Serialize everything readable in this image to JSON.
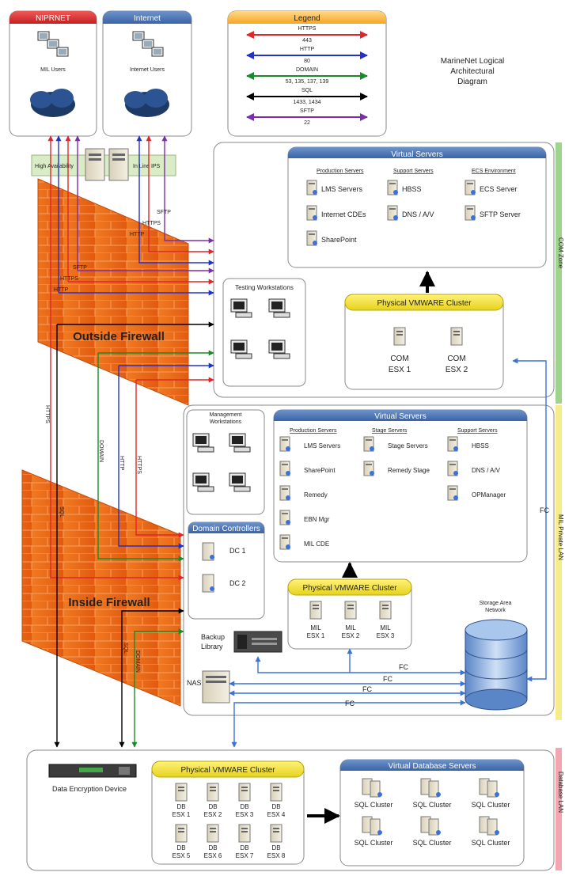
{
  "title": "MarineNet Logical Architectural Diagram",
  "title_lines": [
    "MarineNet Logical",
    "Architectural",
    "Diagram"
  ],
  "networks": {
    "niprnet": {
      "label": "NIPRNET",
      "users": "MIL Users"
    },
    "internet": {
      "label": "Internet",
      "users": "Internet Users"
    }
  },
  "legend": {
    "title": "Legend",
    "items": [
      {
        "line1": "HTTPS",
        "line2": "443",
        "color": "#e0262b"
      },
      {
        "line1": "HTTP",
        "line2": "80",
        "color": "#2232c8"
      },
      {
        "line1": "DOMAIN",
        "line2": "53, 135, 137, 139",
        "color": "#1a8a2a"
      },
      {
        "line1": "SQL",
        "line2": "1433, 1434",
        "color": "#000000"
      },
      {
        "line1": "SFTP",
        "line2": "22",
        "color": "#7a2fa8"
      }
    ]
  },
  "perimeter": {
    "high_availability": "High Availability",
    "inline_ips": "In Line IPS"
  },
  "firewalls": {
    "outside": "Outside Firewall",
    "inside": "Inside Firewall"
  },
  "com_zone": {
    "side_label": "COM Zone",
    "virtual_servers": {
      "title": "Virtual Servers",
      "groups": [
        {
          "heading": "Production Servers",
          "items": [
            "LMS Servers",
            "Internet CDEs",
            "SharePoint"
          ]
        },
        {
          "heading": "Support Servers",
          "items": [
            "HBSS",
            "DNS / A/V"
          ]
        },
        {
          "heading": "ECS Environment",
          "items": [
            "ECS Server",
            "SFTP Server"
          ]
        }
      ]
    },
    "testing": "Testing Workstations",
    "cluster": {
      "title": "Physical VMWARE Cluster",
      "hosts": [
        [
          "COM",
          "ESX 1"
        ],
        [
          "COM",
          "ESX 2"
        ]
      ]
    }
  },
  "mil_zone": {
    "side_label": "MIL Private LAN",
    "management": [
      "Management",
      "Workstations"
    ],
    "domain_controllers": {
      "title": "Domain Controllers",
      "items": [
        "DC 1",
        "DC 2"
      ]
    },
    "virtual_servers": {
      "title": "Virtual Servers",
      "groups": [
        {
          "heading": "Production Servers",
          "items": [
            "LMS Servers",
            "SharePoint",
            "Remedy",
            "EBN Mgr",
            "MIL CDE"
          ]
        },
        {
          "heading": "Stage Servers",
          "items": [
            "Stage Servers",
            "Remedy Stage"
          ]
        },
        {
          "heading": "Support Servers",
          "items": [
            "HBSS",
            "DNS / A/V",
            "OPManager"
          ]
        }
      ]
    },
    "cluster": {
      "title": "Physical VMWARE Cluster",
      "hosts": [
        [
          "MIL",
          "ESX 1"
        ],
        [
          "MIL",
          "ESX 2"
        ],
        [
          "MIL",
          "ESX 3"
        ]
      ]
    },
    "backup": [
      "Backup",
      "Library"
    ],
    "nas": "NAS",
    "san": [
      "Storage Area",
      "Network"
    ],
    "fc": "FC"
  },
  "db_zone": {
    "side_label": "Database LAN",
    "encryption": "Data Encryption Device",
    "cluster": {
      "title": "Physical VMWARE Cluster",
      "hosts": [
        [
          "DB",
          "ESX 1"
        ],
        [
          "DB",
          "ESX 2"
        ],
        [
          "DB",
          "ESX 3"
        ],
        [
          "DB",
          "ESX 4"
        ],
        [
          "DB",
          "ESX 5"
        ],
        [
          "DB",
          "ESX 6"
        ],
        [
          "DB",
          "ESX 7"
        ],
        [
          "DB",
          "ESX 8"
        ]
      ]
    },
    "virtual_db": {
      "title": "Virtual Database Servers",
      "items": [
        "SQL Cluster",
        "SQL Cluster",
        "SQL Cluster",
        "SQL Cluster",
        "SQL Cluster",
        "SQL Cluster"
      ]
    }
  },
  "flow_labels": {
    "https": "HTTPS",
    "http": "HTTP",
    "sftp": "SFTP",
    "domain": "DOMAIN",
    "sql": "SQL"
  }
}
